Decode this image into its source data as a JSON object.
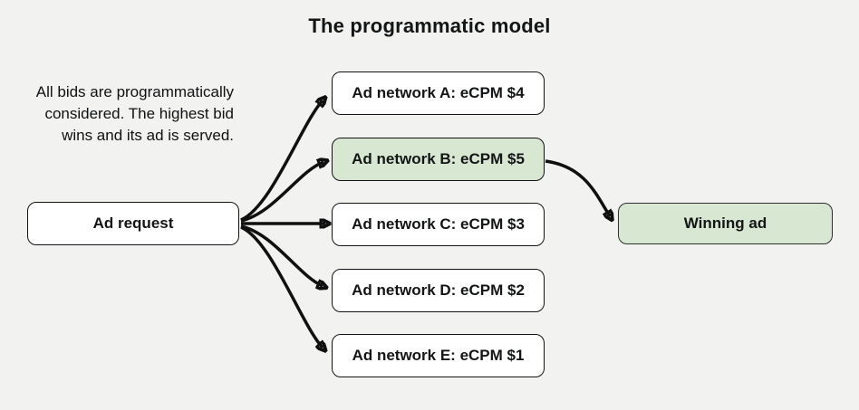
{
  "title": "The programmatic model",
  "description": {
    "lines": [
      "All bids are programmatically",
      "considered. The highest bid",
      "wins and its ad is served."
    ]
  },
  "nodes": {
    "ad_request": {
      "label": "Ad request"
    },
    "networks": [
      {
        "id": "A",
        "label": "Ad network A: eCPM $4",
        "ecpm": 4,
        "highlighted": false
      },
      {
        "id": "B",
        "label": "Ad network B: eCPM $5",
        "ecpm": 5,
        "highlighted": true
      },
      {
        "id": "C",
        "label": "Ad network C: eCPM $3",
        "ecpm": 3,
        "highlighted": false
      },
      {
        "id": "D",
        "label": "Ad network D: eCPM $2",
        "ecpm": 2,
        "highlighted": false
      },
      {
        "id": "E",
        "label": "Ad network E: eCPM $1",
        "ecpm": 1,
        "highlighted": false
      }
    ],
    "winning_ad": {
      "label": "Winning ad"
    }
  },
  "colors": {
    "background": "#f2f2f1",
    "highlight_green": "#d7e7d1",
    "box_border": "#141414",
    "arrow": "#101010",
    "text": "#141516"
  }
}
